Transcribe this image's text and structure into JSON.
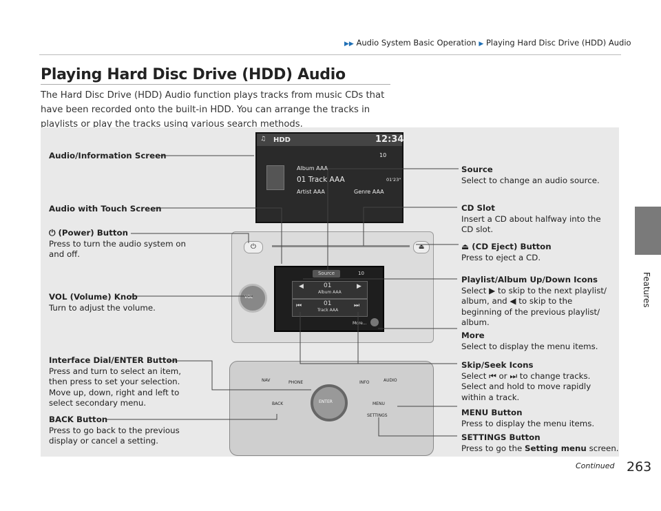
{
  "breadcrumb": {
    "part1": "Audio System Basic Operation",
    "part2": "Playing Hard Disc Drive (HDD) Audio"
  },
  "title": "Playing Hard Disc Drive (HDD) Audio",
  "intro": "The Hard Disc Drive (HDD) Audio function plays tracks from music CDs that have been recorded onto the built-in HDD. You can arrange the tracks in playlists or play the tracks using various search methods.",
  "side_label": "Features",
  "screen": {
    "source": "HDD",
    "time": "12:34",
    "volume": "10",
    "album": "Album AAA",
    "track": "01 Track AAA",
    "elapsed": "01'23\"",
    "artist": "Artist AAA",
    "genre": "Genre AAA"
  },
  "touch": {
    "source_btn": "Source",
    "volume": "10",
    "album_num": "01",
    "album_name": "Album AAA",
    "track_num": "01",
    "track_name": "Track AAA",
    "more": "More..."
  },
  "knob_label": "VOL",
  "console_buttons": {
    "nav": "NAV",
    "phone": "PHONE",
    "info": "INFO",
    "audio": "AUDIO",
    "back": "BACK",
    "enter": "ENTER",
    "menu": "MENU",
    "settings": "SETTINGS"
  },
  "labels": {
    "audio_info_screen": {
      "title": "Audio/Information Screen"
    },
    "audio_touch_screen": {
      "title": "Audio with Touch Screen"
    },
    "power": {
      "title": "(Power) Button",
      "desc": "Press to turn the audio system on and off."
    },
    "vol": {
      "title": "VOL (Volume) Knob",
      "desc": "Turn to adjust the volume."
    },
    "interface": {
      "title": "Interface Dial/ENTER Button",
      "desc1": "Press and turn to select an item, then press to set your selection.",
      "desc2": "Move up, down, right and left to select secondary menu."
    },
    "back": {
      "title": "BACK Button",
      "desc": "Press to go back to the previous display or cancel a setting."
    },
    "source": {
      "title": "Source",
      "desc": "Select to change an audio source."
    },
    "cd_slot": {
      "title": "CD Slot",
      "desc": "Insert a CD about halfway into the CD slot."
    },
    "cd_eject": {
      "title": "(CD Eject) Button",
      "desc": "Press to eject a CD."
    },
    "playlist": {
      "title": "Playlist/Album Up/Down Icons",
      "desc_a": "Select",
      "desc_b": "to skip to the next playlist/ album, and",
      "desc_c": "to skip to the beginning of the previous playlist/ album."
    },
    "more": {
      "title": "More",
      "desc": "Select to display the menu items."
    },
    "skip": {
      "title": "Skip/Seek Icons",
      "desc_a": "Select",
      "desc_or": "or",
      "desc_b": "to change tracks.",
      "desc2": "Select and hold to move rapidly within a track."
    },
    "menu": {
      "title": "MENU Button",
      "desc": "Press to display the menu items."
    },
    "settings": {
      "title": "SETTINGS Button",
      "desc_a": "Press to go the",
      "desc_bold": "Setting menu",
      "desc_b": "screen."
    }
  },
  "footer": {
    "continued": "Continued",
    "page": "263"
  }
}
